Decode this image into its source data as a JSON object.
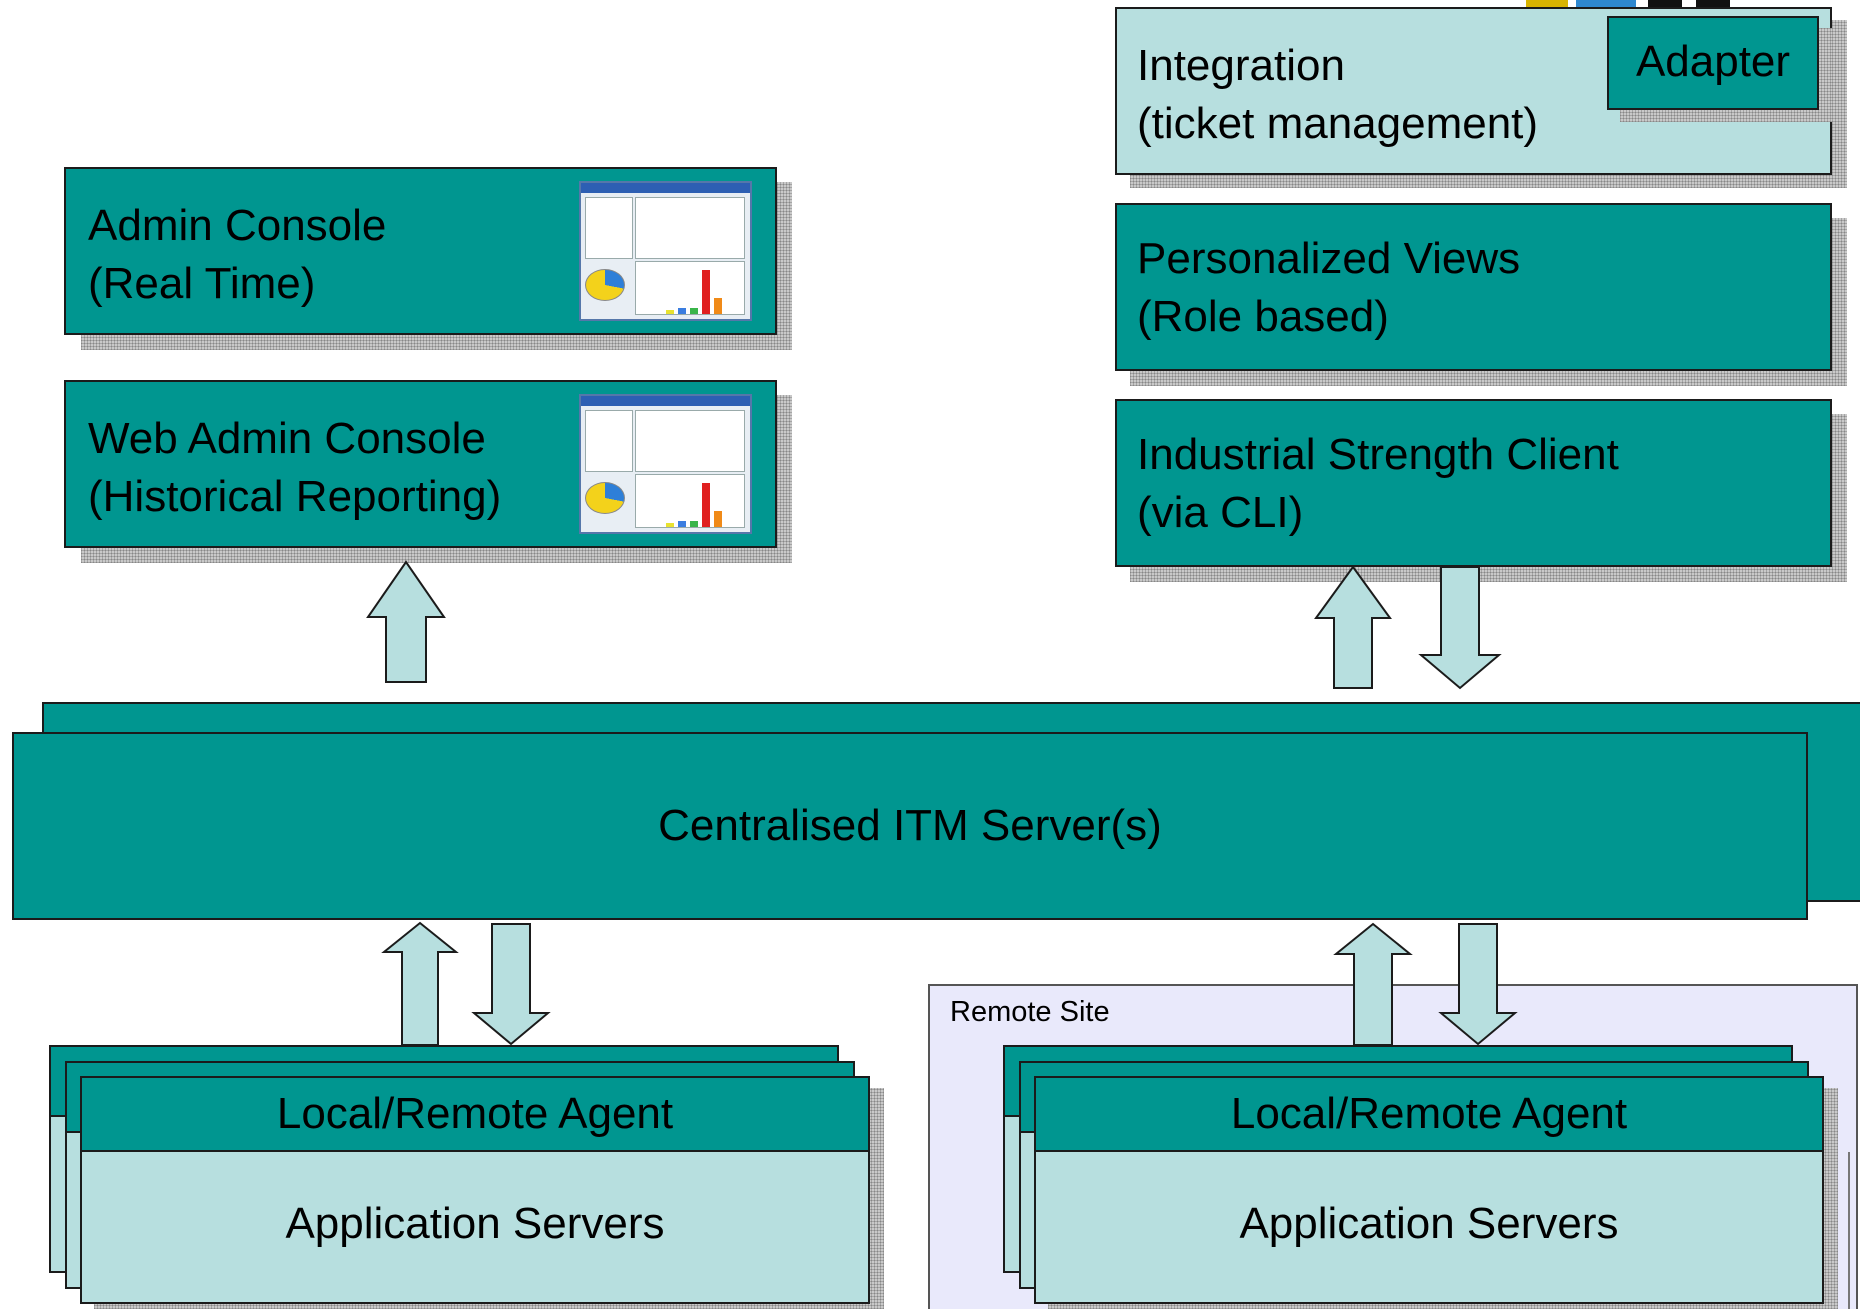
{
  "top_right": {
    "integration": {
      "line1": "Integration",
      "line2": "(ticket management)",
      "adapter": "Adapter"
    },
    "personalized": {
      "line1": "Personalized Views",
      "line2": "(Role based)"
    },
    "industrial": {
      "line1": "Industrial Strength Client",
      "line2": "(via CLI)"
    }
  },
  "top_left": {
    "admin": {
      "line1": "Admin Console",
      "line2": "(Real Time)"
    },
    "web_admin": {
      "line1": "Web Admin Console",
      "line2": "(Historical Reporting)"
    }
  },
  "server": {
    "label": "Centralised ITM Server(s)"
  },
  "local_stack": {
    "agent": "Local/Remote Agent",
    "servers": "Application Servers"
  },
  "remote_site": {
    "label": "Remote Site",
    "agent": "Local/Remote Agent",
    "servers": "Application Servers"
  },
  "colors": {
    "teal": "#009690",
    "light": "#b7dfdf",
    "remote_bg": "#e9e9fb"
  }
}
